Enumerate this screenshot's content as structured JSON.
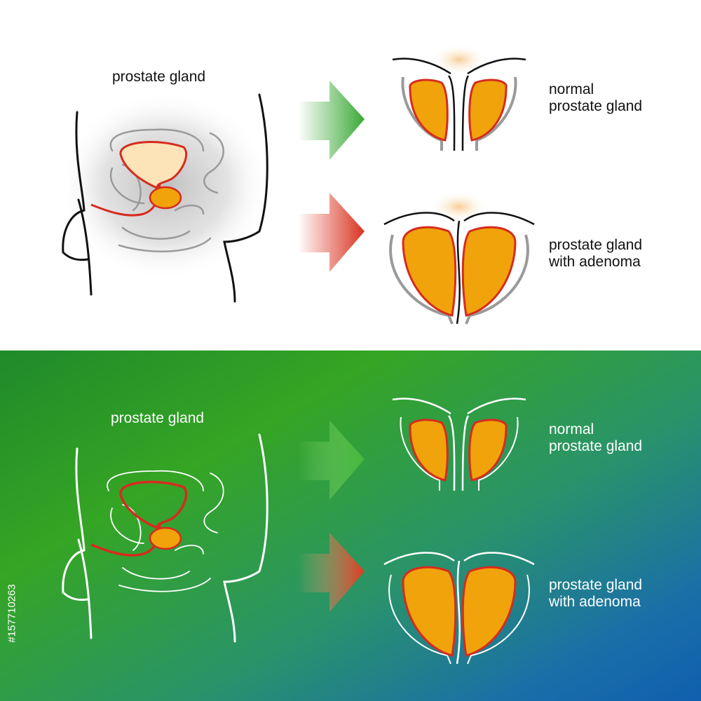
{
  "labels": {
    "prostate": "prostate gland",
    "normal": "normal\nprostate gland",
    "adenoma": "prostate gland\nwith adenoma"
  },
  "stock_id": "#157710263",
  "colors": {
    "gland_fill": "#f0a30a",
    "gland_outline": "#d62b1e",
    "bladder_fill": "#fde3b8",
    "arrow_green": "#3aa935",
    "arrow_red": "#d9331f",
    "bottom_gradient_start": "#1f8a2a",
    "bottom_gradient_end": "#0f5fae"
  }
}
